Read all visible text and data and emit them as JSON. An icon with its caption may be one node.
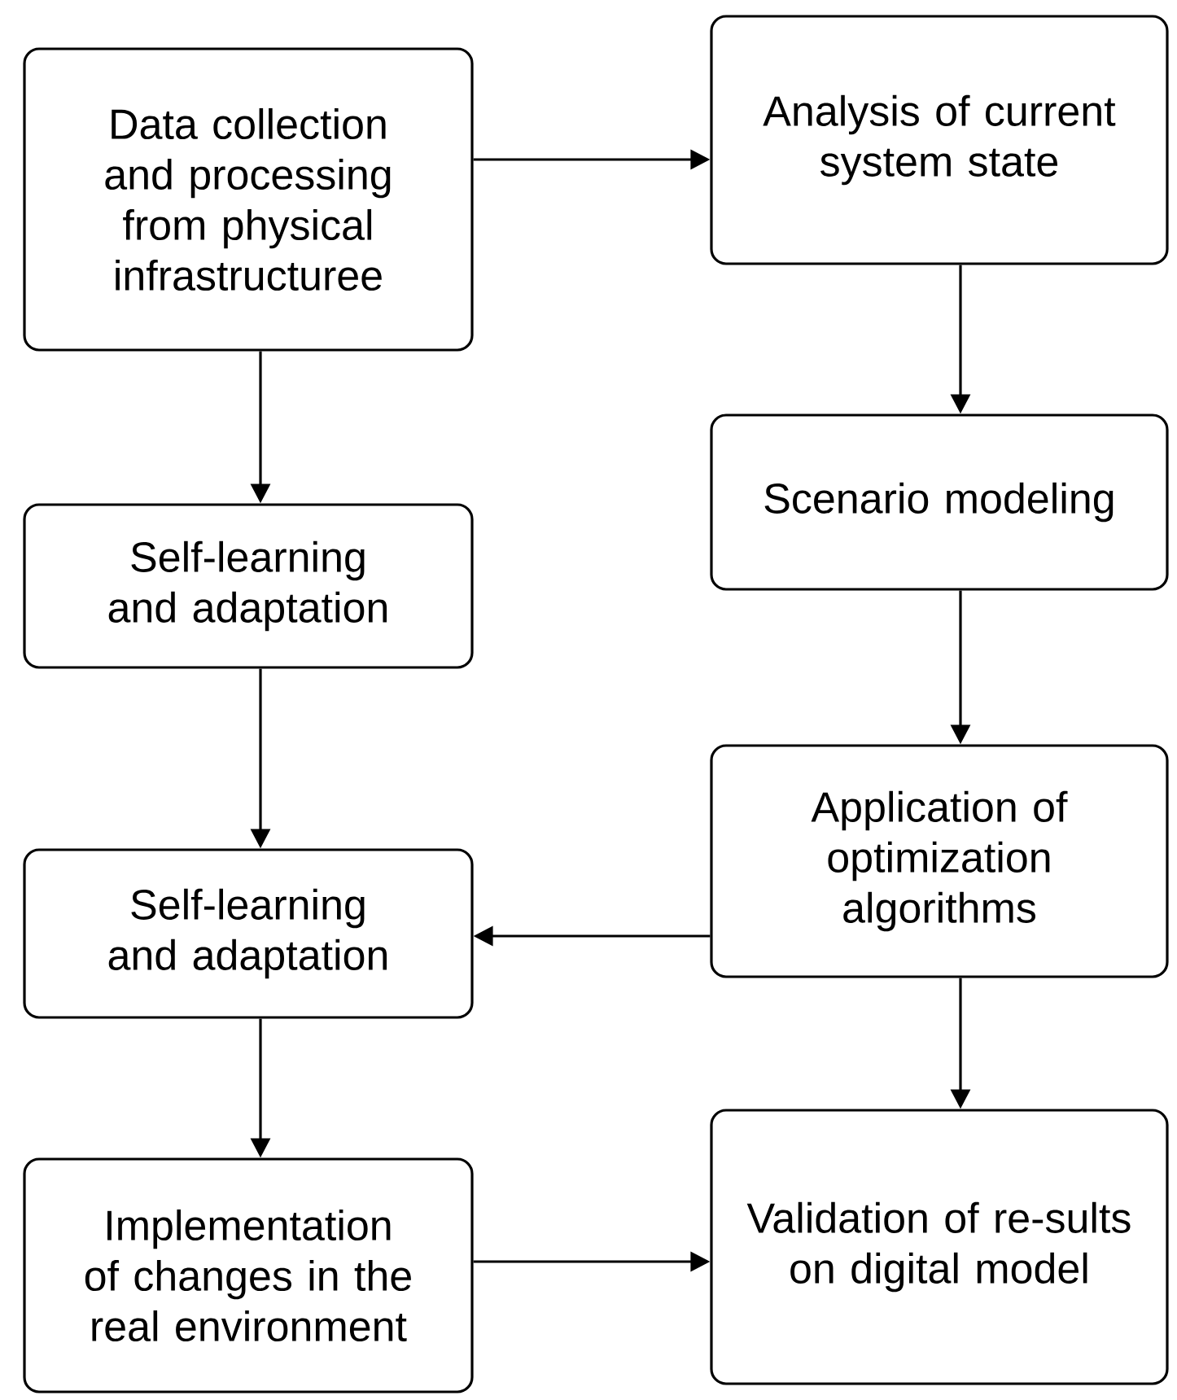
{
  "diagram": {
    "nodes": [
      {
        "text": [
          "Data collection and processing from physical infrastructuree"
        ]
      },
      {
        "text": [
          "Analysis of current system state"
        ]
      },
      {
        "text": [
          "Self-learning and adaptation"
        ]
      },
      {
        "text": [
          "Scenario modeling"
        ]
      },
      {
        "text": [
          "Self-learning and adaptation"
        ]
      },
      {
        "text": [
          "Application of optimization algorithms"
        ]
      },
      {
        "text": [
          "Implementation of changes in the real environment"
        ]
      },
      {
        "text": [
          "Validation of re-sults on digital model"
        ]
      }
    ],
    "edges": [
      {
        "from": 0,
        "to": 1,
        "arrow": "to"
      },
      {
        "from": 0,
        "to": 2,
        "arrow": "to"
      },
      {
        "from": 1,
        "to": 3,
        "arrow": "to"
      },
      {
        "from": 2,
        "to": 4,
        "arrow": "to"
      },
      {
        "from": 3,
        "to": 5,
        "arrow": "to"
      },
      {
        "from": 5,
        "to": 4,
        "arrow": "to"
      },
      {
        "from": 4,
        "to": 6,
        "arrow": "to"
      },
      {
        "from": 5,
        "to": 7,
        "arrow": "to"
      },
      {
        "from": 6,
        "to": 7,
        "arrow": "to"
      }
    ]
  }
}
